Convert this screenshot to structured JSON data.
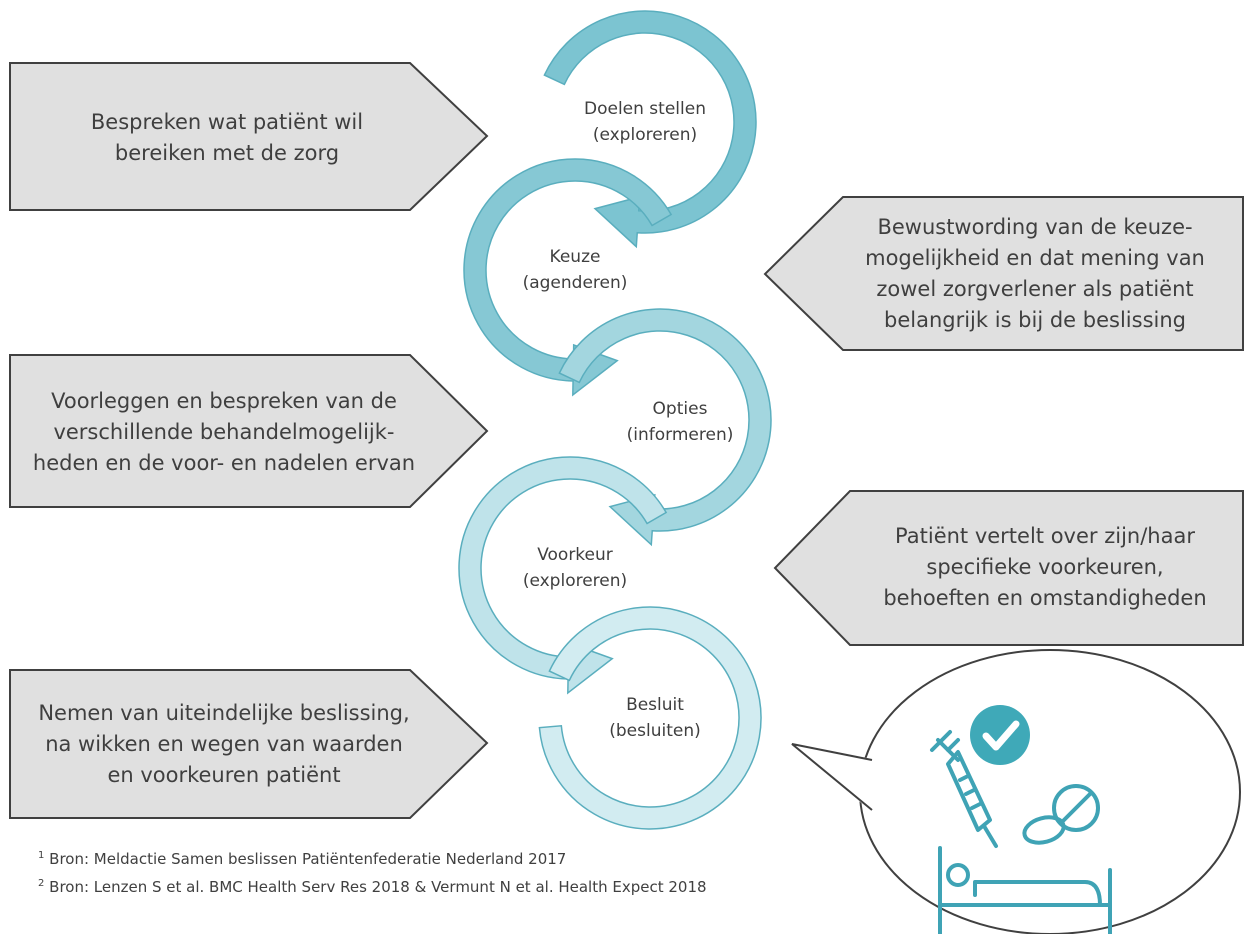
{
  "callouts": [
    {
      "text": "Bespreken wat patiënt wil\nbereiken met de zorg"
    },
    {
      "text": "Bewustwording van de keuze-\nmogelijkheid en dat mening van\nzowel zorgverlener als patiënt\nbelangrijk is bij de beslissing"
    },
    {
      "text": "Voorleggen en bespreken van de\nverschillende behandelmogelijk-\nheden en de voor- en nadelen ervan"
    },
    {
      "text": "Patiënt vertelt over zijn/haar\nspecifieke voorkeuren,\nbehoeften en omstandigheden"
    },
    {
      "text": "Nemen van uiteindelijke beslissing,\nna wikken en wegen van waarden\nen voorkeuren patiënt"
    }
  ],
  "steps": [
    {
      "label": "Doelen stellen\n(exploreren)",
      "color": "#7cc4d1"
    },
    {
      "label": "Keuze\n(agenderen)",
      "color": "#86c8d4"
    },
    {
      "label": "Opties\n(informeren)",
      "color": "#a3d6df"
    },
    {
      "label": "Voorkeur\n(exploreren)",
      "color": "#bfe3ea"
    },
    {
      "label": "Besluit\n(besluiten)",
      "color": "#d2ecf1"
    }
  ],
  "footnotes": [
    {
      "num": "1",
      "text": "Bron: Meldactie Samen beslissen Patiëntenfederatie Nederland 2017"
    },
    {
      "num": "2",
      "text": "Bron: Lenzen S et al. BMC Health Serv Res 2018 & Vermunt N et al. Health Expect 2018"
    }
  ],
  "colors": {
    "callout_fill": "#e0e0e0",
    "callout_stroke": "#404040",
    "icon_teal": "#3fa3b5",
    "check_bg": "#3fa9b8"
  },
  "icons": [
    "syringe-icon",
    "checkmark-icon",
    "pills-icon",
    "bed-icon"
  ]
}
